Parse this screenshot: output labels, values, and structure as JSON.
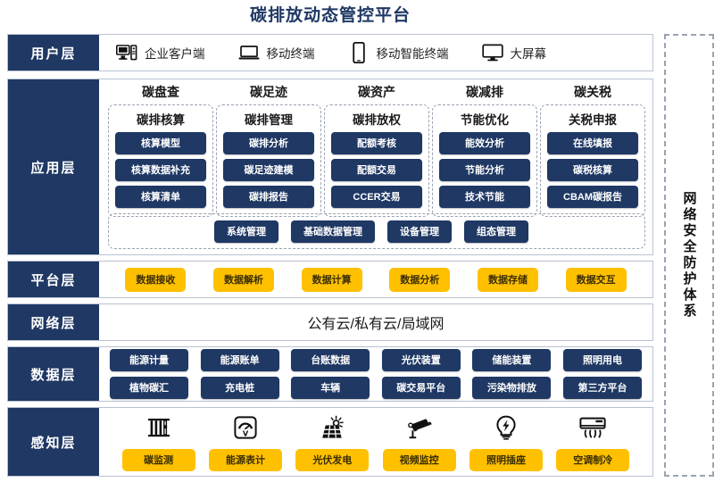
{
  "title": "碳排放动态管控平台",
  "security_band": {
    "label": "网络安全防护体系",
    "icon": "dashed-border-frame"
  },
  "colors": {
    "navy": "#1f3864",
    "yellow": "#FFC000",
    "border": "#b9c2d2",
    "dash": "#9aa3b2"
  },
  "layers": {
    "user": {
      "label": "用户层",
      "items": [
        {
          "label": "企业客户端",
          "icon": "desktop-tower-icon"
        },
        {
          "label": "移动终端",
          "icon": "laptop-icon"
        },
        {
          "label": "移动智能终端",
          "icon": "smartphone-icon"
        },
        {
          "label": "大屏幕",
          "icon": "monitor-icon"
        }
      ]
    },
    "application": {
      "label": "应用层",
      "columns": [
        {
          "title": "碳盘查",
          "box_title": "碳排核算",
          "items": [
            "核算模型",
            "核算数据补充",
            "核算清单"
          ]
        },
        {
          "title": "碳足迹",
          "box_title": "碳排管理",
          "items": [
            "碳排分析",
            "碳足迹建模",
            "碳排报告"
          ]
        },
        {
          "title": "碳资产",
          "box_title": "碳排放权",
          "items": [
            "配额考核",
            "配额交易",
            "CCER交易"
          ]
        },
        {
          "title": "碳减排",
          "box_title": "节能优化",
          "items": [
            "能效分析",
            "节能分析",
            "技术节能"
          ]
        },
        {
          "title": "碳关税",
          "box_title": "关税申报",
          "items": [
            "在线填报",
            "碳税核算",
            "CBAM碳报告"
          ]
        }
      ],
      "common": [
        "系统管理",
        "基础数据管理",
        "设备管理",
        "组态管理"
      ]
    },
    "platform": {
      "label": "平台层",
      "items": [
        "数据接收",
        "数据解析",
        "数据计算",
        "数据分析",
        "数据存储",
        "数据交互"
      ]
    },
    "network": {
      "label": "网络层",
      "text": "公有云/私有云/局域网"
    },
    "data": {
      "label": "数据层",
      "row1": [
        "能源计量",
        "能源账单",
        "台账数据",
        "光伏装置",
        "储能装置",
        "照明用电"
      ],
      "row2": [
        "植物碳汇",
        "充电桩",
        "车辆",
        "碳交易平台",
        "污染物排放",
        "第三方平台"
      ]
    },
    "perception": {
      "label": "感知层",
      "items": [
        {
          "label": "碳监测",
          "icon": "carbon-sensor-icon"
        },
        {
          "label": "能源表计",
          "icon": "meter-gauge-icon"
        },
        {
          "label": "光伏发电",
          "icon": "solar-panel-icon"
        },
        {
          "label": "视频监控",
          "icon": "cctv-camera-icon"
        },
        {
          "label": "照明插座",
          "icon": "light-bulb-icon"
        },
        {
          "label": "空调制冷",
          "icon": "air-conditioner-icon"
        }
      ]
    }
  }
}
